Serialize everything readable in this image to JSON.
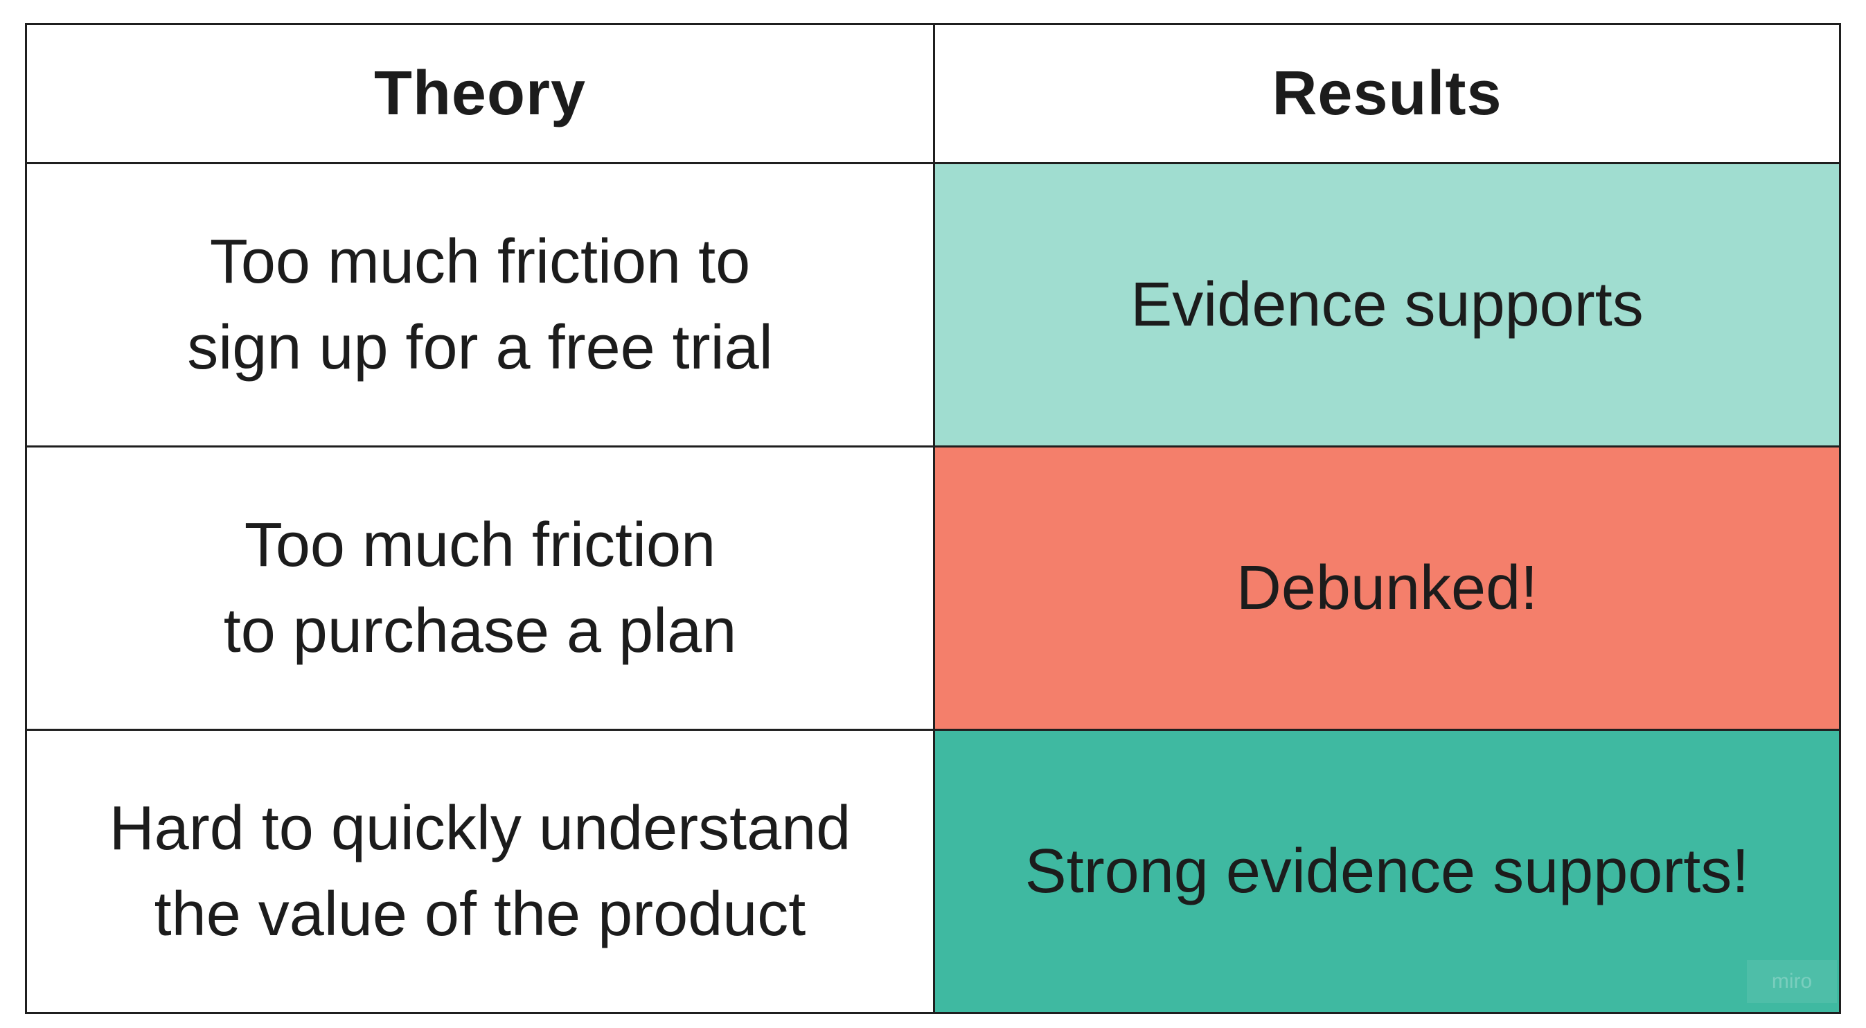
{
  "table": {
    "headers": {
      "theory": "Theory",
      "results": "Results"
    },
    "rows": [
      {
        "theory": "Too much friction to\nsign up for a free trial",
        "result": "Evidence supports",
        "result_color": "#a0ddd0"
      },
      {
        "theory": "Too much friction\nto purchase a plan",
        "result": "Debunked!",
        "result_color": "#f47f6b"
      },
      {
        "theory": "Hard to quickly understand\nthe value of the product",
        "result": "Strong evidence supports!",
        "result_color": "#3fb9a1"
      }
    ]
  },
  "watermark": "miro"
}
